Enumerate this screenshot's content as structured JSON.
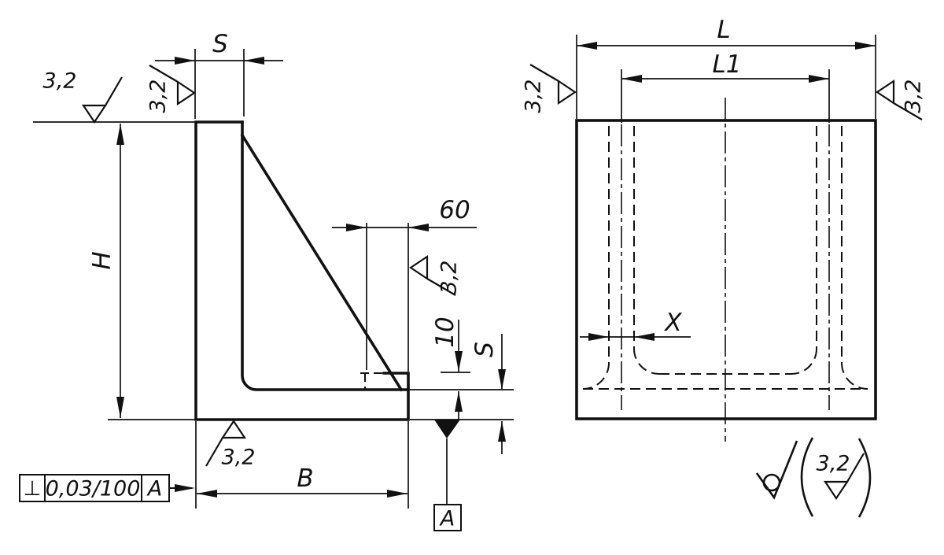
{
  "left_view": {
    "dim_wall_thickness": "S",
    "dim_height": "H",
    "dim_base_width": "B",
    "dim_step_length": "60",
    "dim_step_height": "10",
    "dim_flange_thickness": "S",
    "surface_top": "3,2",
    "surface_wall_left": "3,2",
    "surface_bottom": "3,2",
    "surface_step_face": "3,2",
    "fcf": {
      "symbol": "⊥",
      "tolerance": "0,03/100",
      "datum_ref": "A"
    },
    "datum_label": "A"
  },
  "right_view": {
    "dim_width": "L",
    "dim_hole_spacing": "L1",
    "dim_hole_width": "X",
    "surface_left": "3,2",
    "surface_right": "3,2",
    "general_note_value": "3,2"
  },
  "colors": {
    "ink": "#111111",
    "paper": "#ffffff"
  }
}
